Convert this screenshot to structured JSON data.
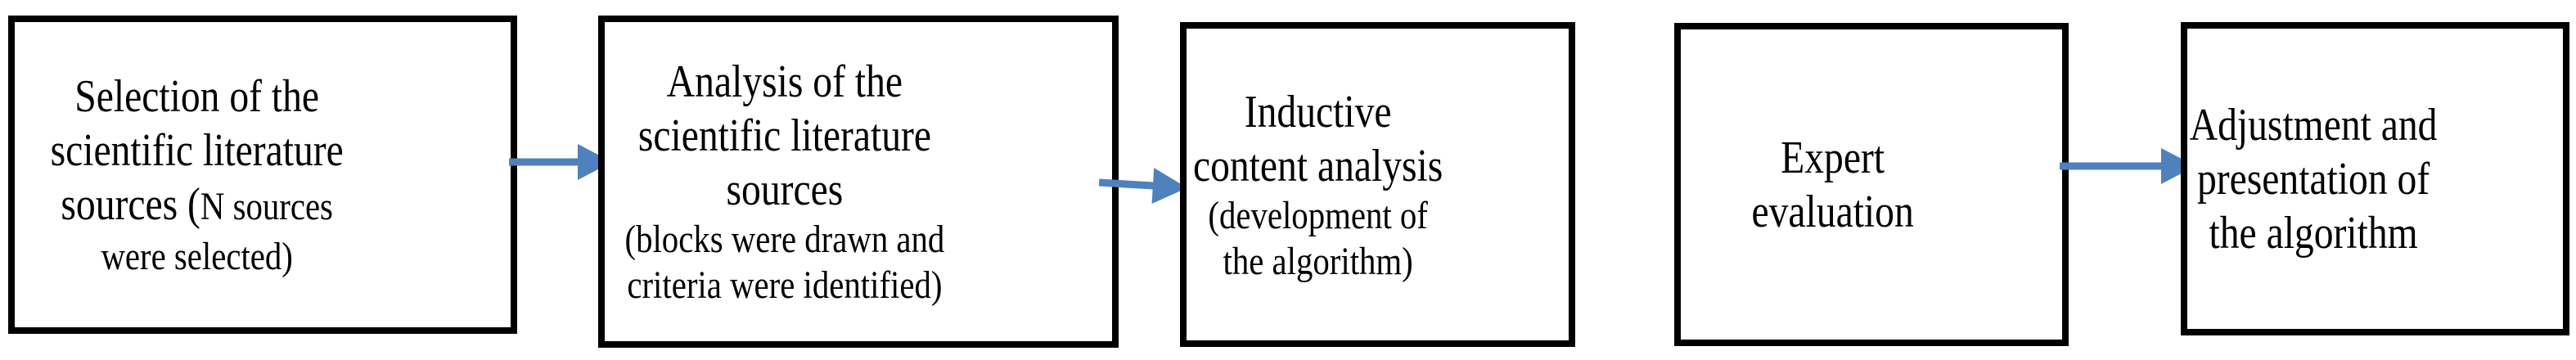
{
  "diagram": {
    "title": "Algorithm development process flowchart",
    "colors": {
      "background": "#ffffff",
      "box_border": "#000000",
      "text": "#000000",
      "arrow": "#4f81bd"
    },
    "steps": [
      {
        "id": "selection-of-sources",
        "line1": "Selection of the",
        "line2": "scientific literature",
        "line3_main": "sources (",
        "line3_paren": "N sources",
        "line4_paren": "were selected)"
      },
      {
        "id": "analysis-of-sources",
        "line1": "Analysis of the",
        "line2": "scientific literature",
        "line3": "sources",
        "line4_paren": "(blocks were drawn and",
        "line5_paren": "criteria were identified)"
      },
      {
        "id": "inductive-content-analysis",
        "line1": "Inductive",
        "line2": "content analysis",
        "line3_paren": "(development of",
        "line4_paren": "the algorithm)"
      },
      {
        "id": "expert-evaluation",
        "line1": "Expert",
        "line2": "evaluation"
      },
      {
        "id": "adjustment-presentation",
        "line1": "Adjustment and",
        "line2": "presentation of",
        "line3": "the algorithm"
      }
    ],
    "connections": [
      {
        "from": "selection-of-sources",
        "to": "analysis-of-sources"
      },
      {
        "from": "analysis-of-sources",
        "to": "inductive-content-analysis"
      },
      {
        "from": "expert-evaluation",
        "to": "adjustment-presentation"
      }
    ]
  }
}
